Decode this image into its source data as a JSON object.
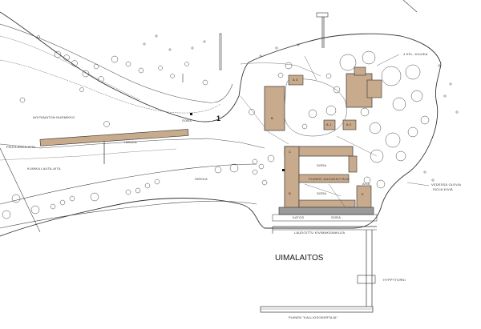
{
  "labels": {
    "title": "UIMALAITOS",
    "area_number": "1",
    "sora_top": "SORA",
    "sora_pier_upper": "SORA",
    "sora_pier_mid": "SORA",
    "sora_pier_low": "SORA",
    "hiekka": "HIEKKA",
    "hiekka_shore": "HIEKKA",
    "nurmikko": "NOITAMATON NURMIKKO",
    "fence_north": "PIKKILANKA-AITA",
    "fence_south": "KUINKA LAUTA-AITA",
    "pier_fence": "PUINEN JALKAKÄYTÄVÄ",
    "katos": "KATOS",
    "lauta_walk": "LAUDOITTU KIVIMAKSANKUJA",
    "pier_label": "HYPPYTORNI",
    "end_label": "PUINEN \"KALLIOSOKERTAJA\"",
    "vedessa": "VEDESSÄ OLEVIA",
    "isoja_kivia": "ISOJA KIVIÄ",
    "kuusia": "4 KPL. KUUSIA",
    "aita_label": "AITA",
    "bld_a3": "A 3",
    "bld_a1": "A 1",
    "bld_a2": "A 2",
    "bld_b": "B",
    "bld_c": "C",
    "bld_d": "D",
    "bld_e": "E"
  },
  "colors": {
    "building": "#c8aa8c",
    "building_dark": "#a88a6c",
    "line": "#333333",
    "tree": "#444444",
    "pier_grey": "#8c8c8c"
  }
}
